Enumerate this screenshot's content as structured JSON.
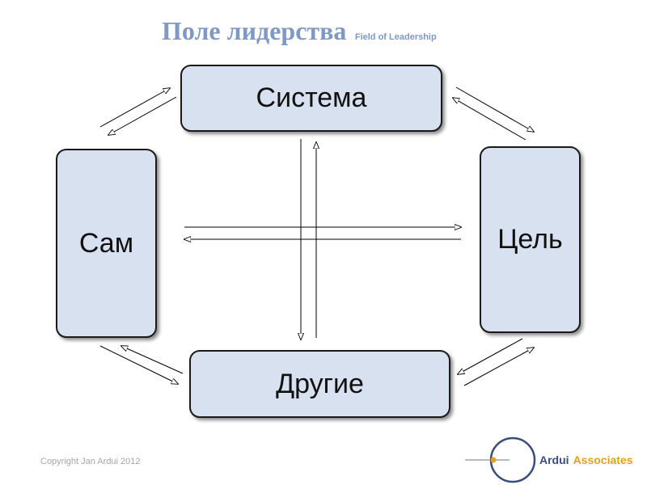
{
  "title": {
    "main": "Поле лидерства",
    "sub": "Field of Leadership"
  },
  "nodes": {
    "system": "Система",
    "self": "Сам",
    "goal": "Цель",
    "others": "Другие"
  },
  "footer": {
    "copyright": "Copyright Jan Ardui 2012",
    "logo_word1": "Ardui",
    "logo_word2": "Associates"
  },
  "colors": {
    "title": "#7f98c4",
    "node_fill": "#d8e1ef",
    "logo_blue": "#3a4c7a",
    "logo_orange": "#e0a020"
  }
}
